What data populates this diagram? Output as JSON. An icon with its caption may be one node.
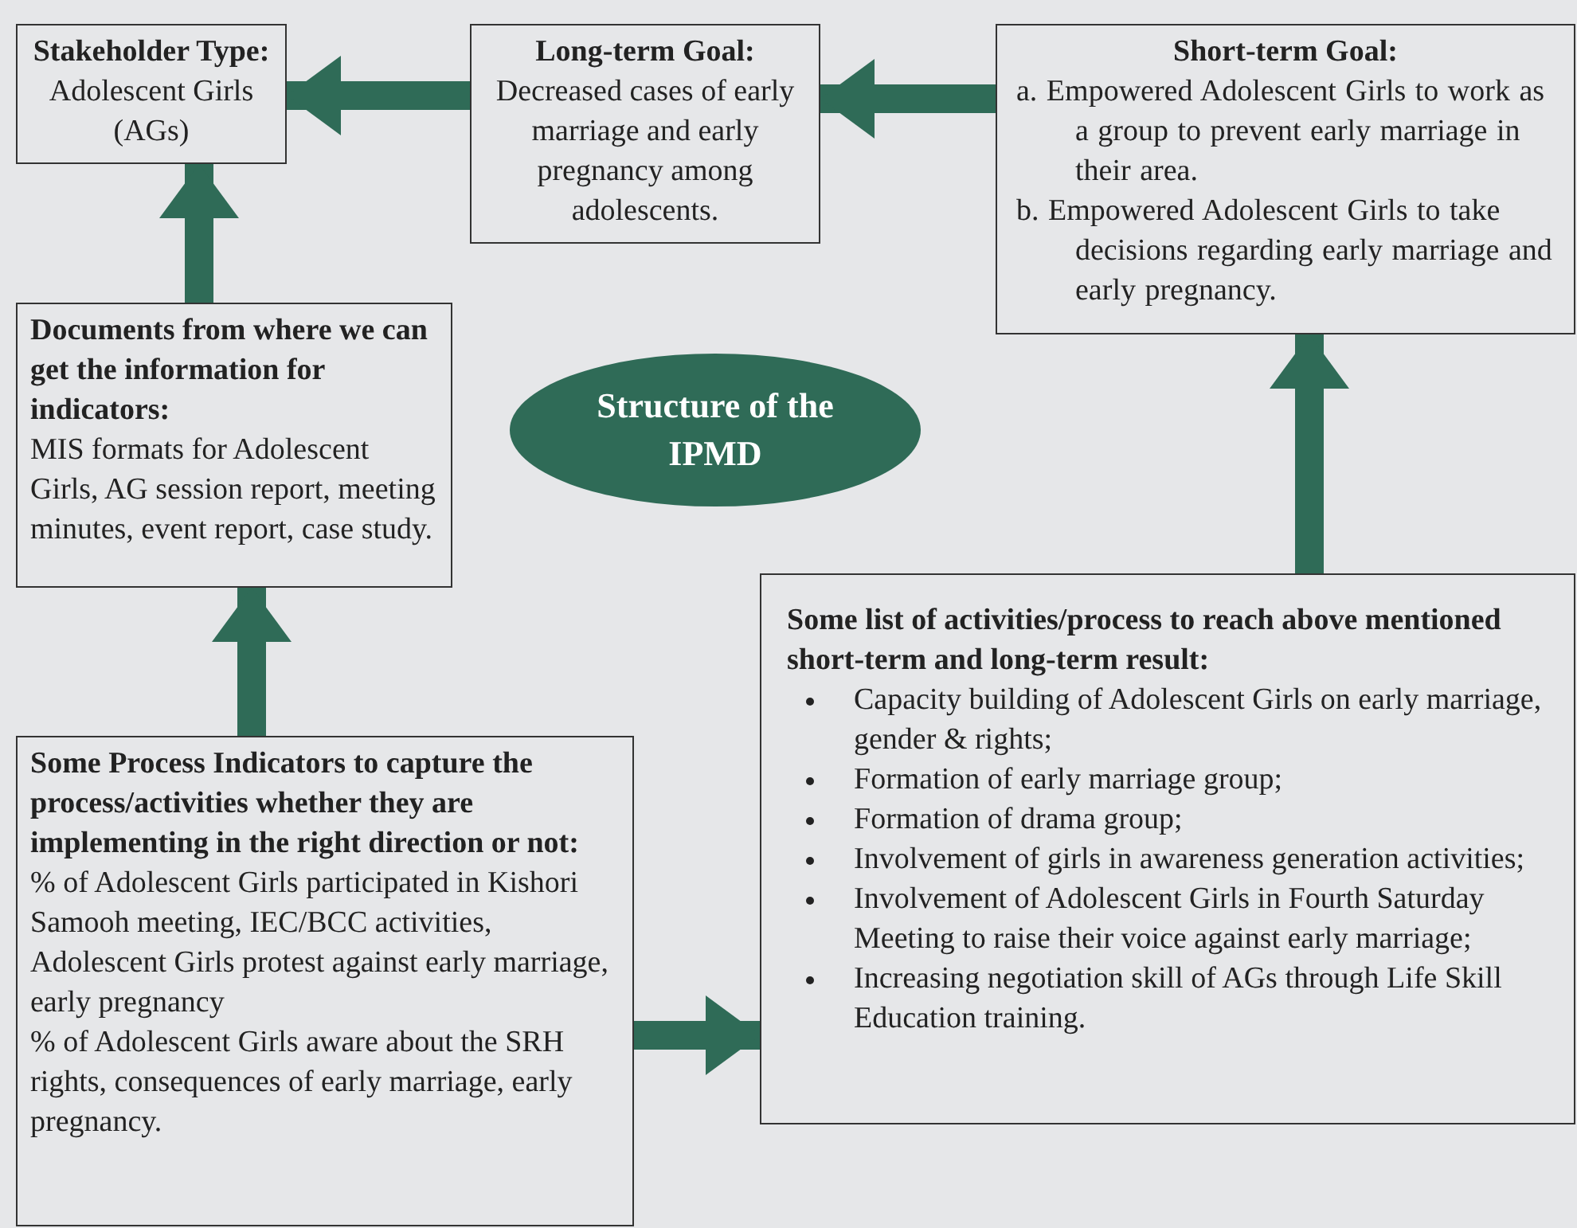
{
  "diagram": {
    "nodes": [
      {
        "text": [
          "Stakeholder Type:",
          "Adolescent Girls (AGs)"
        ]
      },
      {
        "text": [
          "Long-term Goal:",
          "Decreased cases of early marriage and early pregnancy among adolescents."
        ]
      },
      {
        "text": [
          "Short-term Goal:",
          "a. Empowered Adolescent Girls to work as a group to prevent early marriage in their area.",
          "b. Empowered Adolescent Girls to take decisions regarding early marriage and early pregnancy."
        ]
      },
      {
        "text": [
          "Documents from where we can get the information for indicators:",
          "MIS formats for Adolescent Girls, AG session report, meeting minutes, event report, case study."
        ]
      },
      {
        "text": [
          "Structure of the IPMD"
        ]
      },
      {
        "text": [
          "Some Process Indicators to capture the process/activities whether they are implementing in the right direction or not:",
          "% of Adolescent Girls participated in Kishori Samooh meeting, IEC/BCC activities, Adolescent Girls protest against early marriage, early pregnancy",
          "% of Adolescent Girls aware about the SRH rights, consequences of early marriage, early pregnancy."
        ]
      },
      {
        "text": [
          "Some list of activities/process to reach above mentioned short-term and long-term result:",
          "Capacity building of Adolescent Girls on early marriage, gender & rights;",
          "Formation of early marriage group;",
          "Formation of drama group;",
          "Involvement of girls in awareness generation activities;",
          "Involvement of Adolescent Girls in Fourth Saturday Meeting to raise their voice against early marriage;",
          "Increasing negotiation skill of AGs through Life Skill Education training."
        ]
      }
    ],
    "edges": [
      {
        "from": 1,
        "to": 0,
        "arrow": "to"
      },
      {
        "from": 2,
        "to": 1,
        "arrow": "to"
      },
      {
        "from": 6,
        "to": 2,
        "arrow": "to"
      },
      {
        "from": 3,
        "to": 0,
        "arrow": "to"
      },
      {
        "from": 5,
        "to": 3,
        "arrow": "to"
      },
      {
        "from": 5,
        "to": 6,
        "arrow": "to"
      }
    ]
  }
}
